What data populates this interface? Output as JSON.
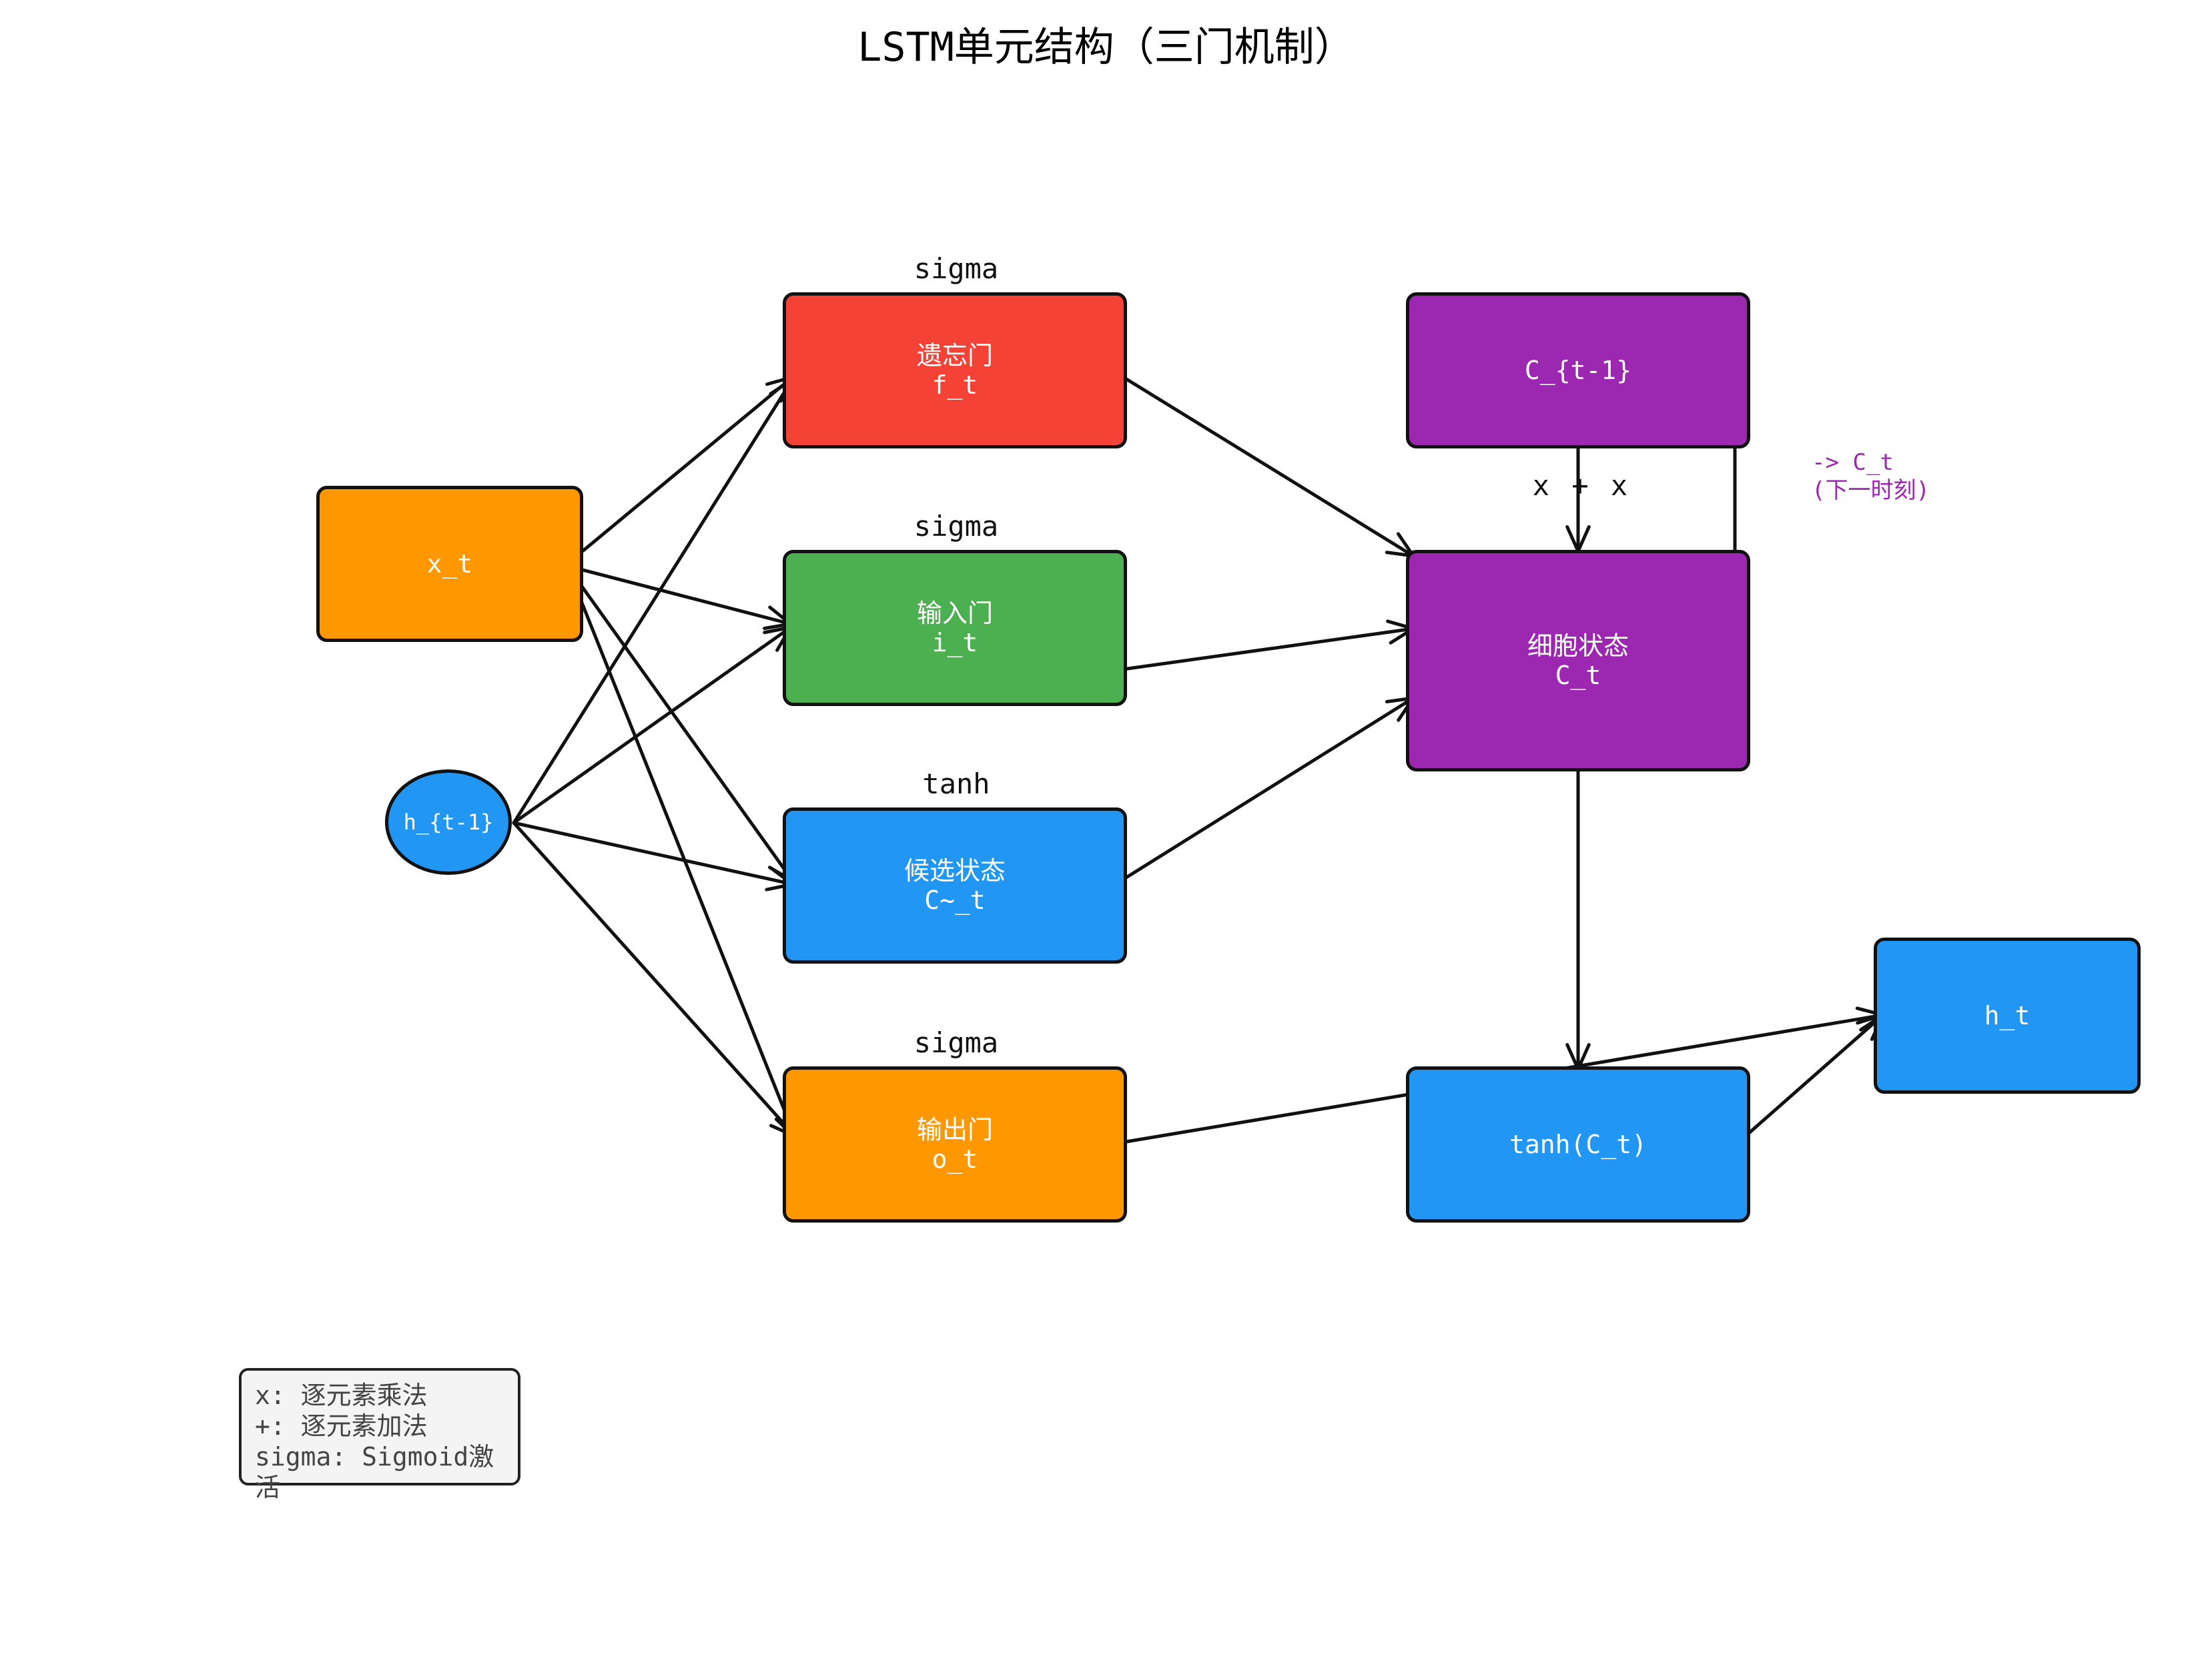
{
  "title": "LSTM单元结构（三门机制）",
  "colors": {
    "forget": "#F44336",
    "input": "#4CAF50",
    "candidate": "#2196F3",
    "output": "#FF9800",
    "cell": "#9C27B0",
    "hidden": "#2196F3",
    "x_input": "#FF9800",
    "next_note": "#9C27B0"
  },
  "nodes": {
    "x_t": {
      "line1": "x_t"
    },
    "h_prev": {
      "line1": "h_{t-1}"
    },
    "forget_gate": {
      "line1": "遗忘门",
      "line2": "f_t",
      "activation": "sigma"
    },
    "input_gate": {
      "line1": "输入门",
      "line2": "i_t",
      "activation": "sigma"
    },
    "candidate": {
      "line1": "候选状态",
      "line2": "C~_t",
      "activation": "tanh"
    },
    "output_gate": {
      "line1": "输出门",
      "line2": "o_t",
      "activation": "sigma"
    },
    "c_prev": {
      "line1": "C_{t-1}"
    },
    "cell_state": {
      "line1": "细胞状态",
      "line2": "C_t"
    },
    "tanh_c": {
      "line1": "tanh(C_t)"
    },
    "h_t": {
      "line1": "h_t"
    }
  },
  "ops_label": "x + x",
  "next_step": {
    "line1": "-> C_t",
    "line2": "(下一时刻)"
  },
  "legend": {
    "line1": "x: 逐元素乘法",
    "line2": "+: 逐元素加法",
    "line3": "sigma: Sigmoid激活"
  }
}
